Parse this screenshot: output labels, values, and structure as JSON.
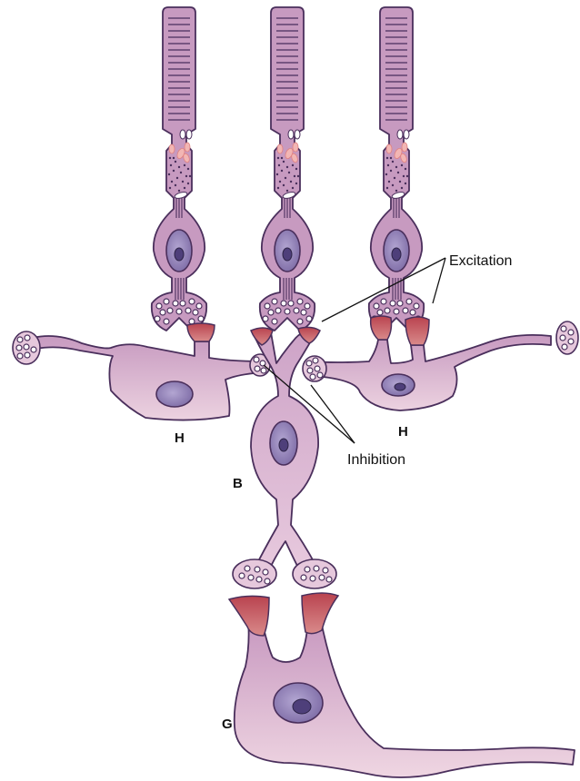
{
  "labels": {
    "excitation": "Excitation",
    "inhibition": "Inhibition",
    "h_left": "H",
    "h_right": "H",
    "b": "B",
    "g": "G"
  },
  "colors": {
    "cell_fill": "#c79ac0",
    "cell_fill_light": "#e6c8dc",
    "cell_stroke": "#4a2f5c",
    "nucleus_fill": "#8e7db3",
    "nucleolus_fill": "#4e3f7a",
    "synapse_fill": "#c0505a",
    "vesicle_fill": "#ffffff",
    "granule_fill": "#f2b6b4",
    "leader_line": "#111111"
  }
}
